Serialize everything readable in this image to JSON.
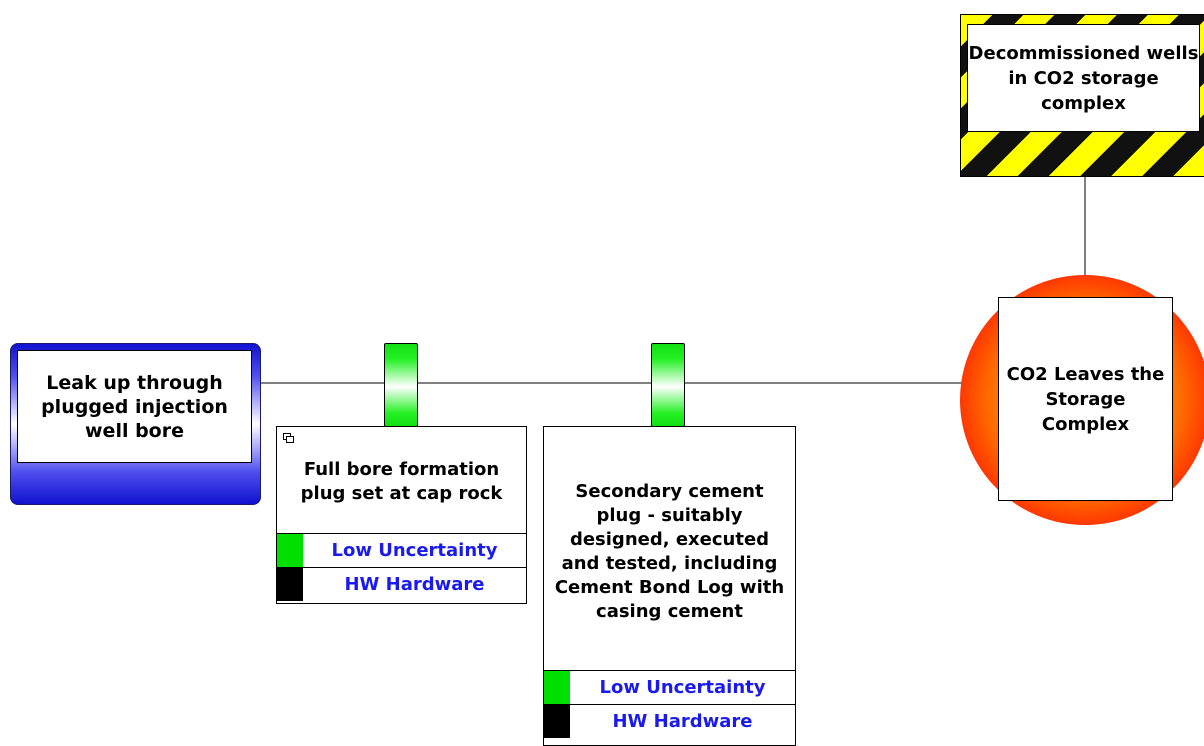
{
  "hazard": {
    "label": "Decommissioned wells in CO2 storage complex"
  },
  "threat": {
    "label": "Leak up through plugged injection well bore"
  },
  "top_event": {
    "label": "CO2 Leaves the Storage Complex"
  },
  "barriers": [
    {
      "title": "Full bore formation plug set at cap rock",
      "has_link_icon": true,
      "rows": [
        {
          "label": "Low Uncertainty",
          "swatch_color": "#00e000"
        },
        {
          "label": "HW Hardware",
          "swatch_color": "#000000"
        }
      ]
    },
    {
      "title": "Secondary cement plug - suitably designed, executed and tested, including Cement Bond Log with casing cement",
      "has_link_icon": false,
      "rows": [
        {
          "label": "Low Uncertainty",
          "swatch_color": "#00e000"
        },
        {
          "label": "HW Hardware",
          "swatch_color": "#000000"
        }
      ]
    }
  ],
  "colors": {
    "threat": "#1111d0",
    "barrier_indicator": "#12e012",
    "top_event": "#ff3000",
    "hazard_stripe_1": "#ffff00",
    "hazard_stripe_2": "#111111",
    "attribute_text": "#1a1af0",
    "connector": "#808080"
  }
}
